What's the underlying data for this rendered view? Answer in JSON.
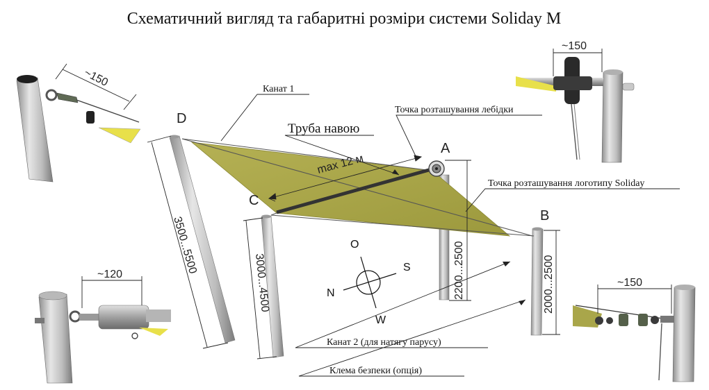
{
  "title": "Схематичний вигляд та габаритні розміри системи Soliday M",
  "callouts": {
    "rope1": "Канат 1",
    "winch_point": "Точка розташування лебідки",
    "pipe_through": "Труба навою",
    "logo_point": "Точка розташування логотипу Soliday",
    "rope2": "Канат 2 (для натягу парусу)",
    "safety_clamp": "Клема безпеки (опція)"
  },
  "corners": {
    "a": "A",
    "b": "B",
    "c": "C",
    "d": "D"
  },
  "dimensions": {
    "span": "max 12 м",
    "pole_d": "3500...5500",
    "pole_c": "3000...4500",
    "pole_a": "2200...2500",
    "pole_b": "2000...2500",
    "detail_top_left": "~150",
    "detail_top_right": "~150",
    "detail_bottom_left": "~120",
    "detail_bottom_right": "~150"
  },
  "compass": {
    "n": "N",
    "s": "S",
    "o": "O",
    "w": "W"
  },
  "colors": {
    "sail": "#a9a64a",
    "pole": "#c9c9c9",
    "yellow": "#e8e04a"
  }
}
